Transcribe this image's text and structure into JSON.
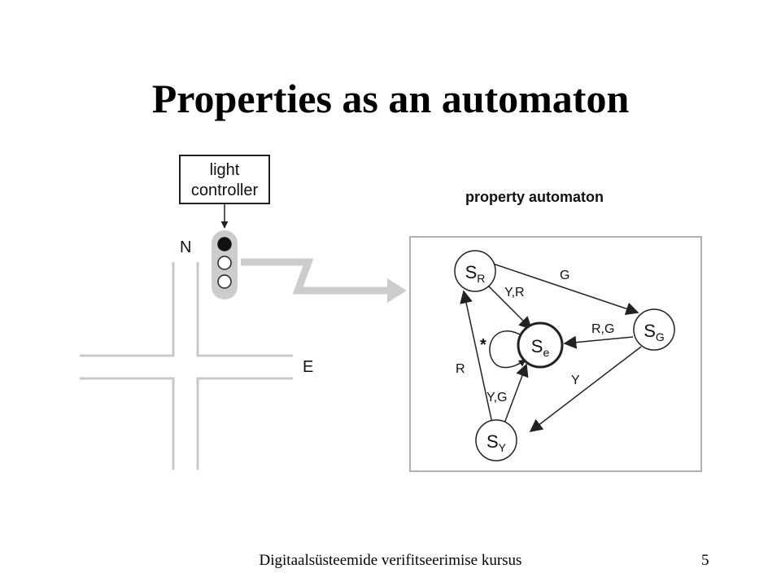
{
  "slide": {
    "title": "Properties as an automaton",
    "footer": "Digitaalsüsteemide verifitseerimise kursus",
    "page_number": "5"
  },
  "intersection": {
    "controller_line1": "light",
    "controller_line2": "controller",
    "north_label": "N",
    "east_label": "E"
  },
  "automaton": {
    "title": "property automaton",
    "states": {
      "sr": {
        "main": "S",
        "sub": "R"
      },
      "sg": {
        "main": "S",
        "sub": "G"
      },
      "sy": {
        "main": "S",
        "sub": "Y"
      },
      "se": {
        "main": "S",
        "sub": "e"
      }
    },
    "transitions": {
      "sr_to_sg": "G",
      "sr_to_se": "Y,R",
      "sg_to_se": "R,G",
      "sg_to_sy": "Y",
      "sy_to_sr": "R",
      "sy_to_se": "Y,G",
      "se_self": "*"
    }
  },
  "colors": {
    "line": "#222222",
    "road": "#c8c8c8",
    "signal": "#cccccc",
    "frame": "#b0b0b0"
  }
}
